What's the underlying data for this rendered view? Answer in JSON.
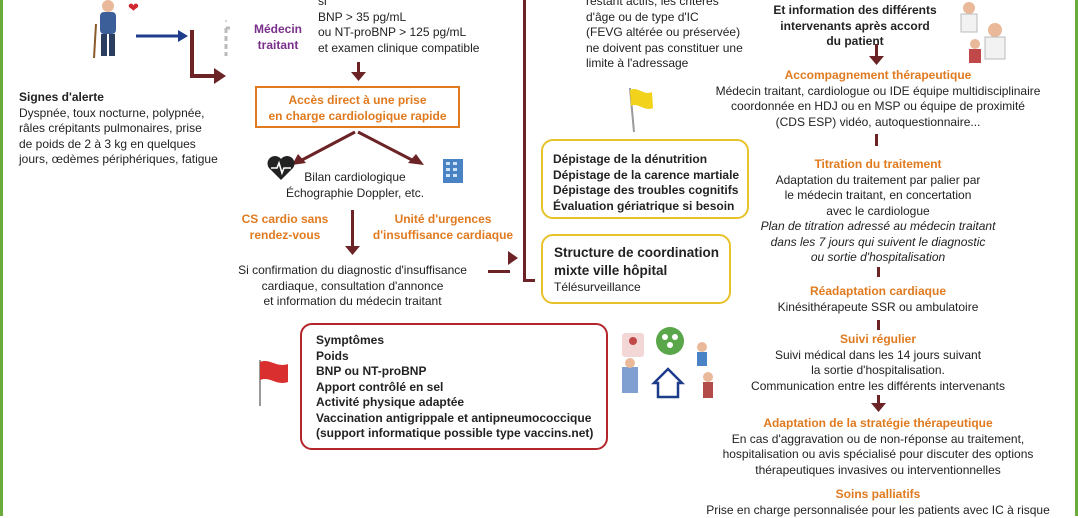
{
  "col1": {
    "signes_title": "Signes d'alerte",
    "signes_lines": [
      "Dyspnée, toux nocturne, polypnée,",
      "râles crépitants pulmonaires, prise",
      "de poids de 2 à 3 kg en quelques",
      "jours, œdèmes périphériques, fatigue"
    ],
    "medecin_label": [
      "Médecin",
      "traitant"
    ]
  },
  "col2": {
    "criteria_lines": [
      "si",
      "BNP > 35 pg/mL",
      "ou NT-proBNP > 125 pg/mL",
      "et examen clinique compatible"
    ],
    "acces_lines": [
      "Accès direct à une prise",
      "en charge cardiologique rapide"
    ],
    "bilan_lines": [
      "Bilan cardiologique",
      "Échographie Doppler, etc."
    ],
    "cs_lines": [
      "CS cardio sans",
      "rendez-vous"
    ],
    "unite_lines": [
      "Unité d'urgences",
      "d'insuffisance cardiaque"
    ],
    "confirm_lines": [
      "Si confirmation du diagnostic d'insuffisance",
      "cardiaque, consultation d'annonce",
      "et information du médecin traitant"
    ],
    "suivi_items": [
      "Symptômes",
      "Poids",
      "BNP ou NT-proBNP",
      "Apport contrôlé en sel",
      "Activité physique adaptée",
      "Vaccination antigrippale et antipneumococcique",
      "(support informatique possible type vaccins.net)"
    ]
  },
  "col3": {
    "top_lines": [
      "restant actifs, les critères",
      "d'âge ou de type d'IC",
      "(FEVG altérée ou préservée)",
      "ne doivent pas constituer une",
      "limite à l'adressage"
    ],
    "depistage_items": [
      "Dépistage de la dénutrition",
      "Dépistage de la carence martiale",
      "Dépistage des troubles cognitifs",
      "Évaluation gériatrique si besoin"
    ],
    "structure_title": [
      "Structure de coordination",
      "mixte ville hôpital"
    ],
    "structure_sub": "Télésurveillance"
  },
  "col4": {
    "info_lines": [
      "Et information des différents",
      "intervenants après accord",
      "du patient"
    ],
    "accomp_title": "Accompagnement thérapeutique",
    "accomp_lines": [
      "Médecin traitant, cardiologue ou IDE équipe multidisciplinaire",
      "coordonnée en HDJ ou en MSP ou équipe de proximité",
      "(CDS ESP) vidéo, autoquestionnaire..."
    ],
    "titration_title": "Titration du traitement",
    "titration_lines": [
      "Adaptation du traitement par palier par",
      "le médecin  traitant, en concertation",
      "avec le cardiologue"
    ],
    "titration_italic": [
      "Plan de titration adressé au médecin traitant",
      "dans les 7 jours qui suivent le diagnostic",
      "ou sortie d'hospitalisation"
    ],
    "readapt_title": "Réadaptation cardiaque",
    "readapt_line": "Kinésithérapeute SSR ou ambulatoire",
    "suivi_title": "Suivi régulier",
    "suivi_lines": [
      "Suivi médical dans les 14 jours suivant",
      "la sortie d'hospitalisation.",
      "Communication entre les différents intervenants"
    ],
    "adapt_title": "Adaptation de la stratégie thérapeutique",
    "adapt_lines": [
      "En cas d'aggravation ou de non-réponse au traitement,",
      "hospitalisation ou avis spécialisé pour discuter des options",
      "thérapeutiques invasives ou interventionnelles"
    ],
    "palliatif_title": "Soins palliatifs",
    "palliatif_line": "Prise en charge personnalisée pour les patients avec IC à risque"
  },
  "colors": {
    "dark_red": "#6b2326",
    "orange": "#e07a1f",
    "purple": "#7a2f8a",
    "box_yellow": "#e8c22a",
    "box_red": "#b3262b",
    "navy": "#1e3c8c"
  }
}
